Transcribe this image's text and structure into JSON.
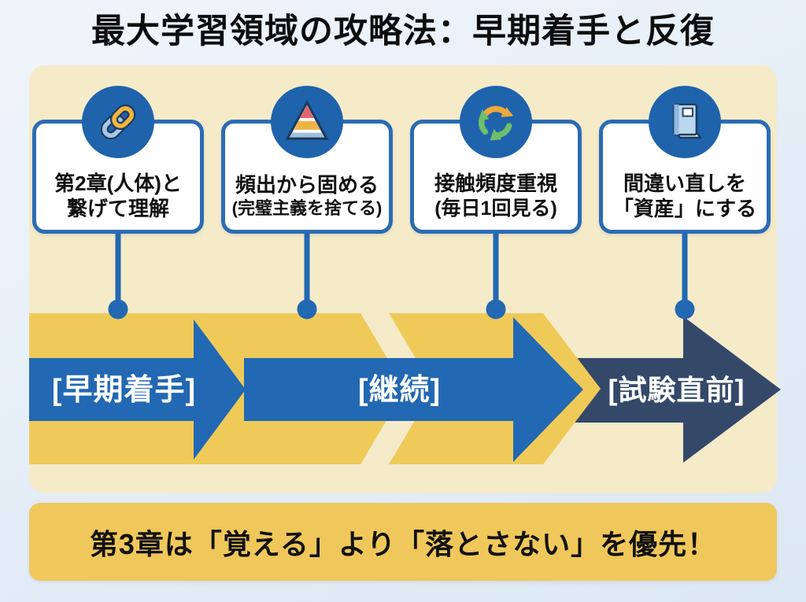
{
  "title": "最大学習領域の攻略法：早期着手と反復",
  "steps": [
    {
      "icon": "chain-link",
      "line1": "第2章(人体)と",
      "line2": "繋げて理解"
    },
    {
      "icon": "pyramid",
      "line1": "頻出から固める",
      "line2": "(完璧主義を捨てる)"
    },
    {
      "icon": "cycle-arrows",
      "line1": "接触頻度重視",
      "line2": "(毎日1回見る)"
    },
    {
      "icon": "book",
      "line1": "間違い直しを",
      "line2": "「資産」にする"
    }
  ],
  "timeline": {
    "phases": [
      {
        "label": "[早期着手]"
      },
      {
        "label": "[継続]"
      },
      {
        "label": "[試験直前]"
      }
    ]
  },
  "footer": {
    "text": "第3章は「覚える」より「落とさない」を優先！"
  },
  "colors": {
    "background": "#e4edf7",
    "panel": "#f5ebc9",
    "yellow_arrow": "#efca59",
    "blue_arrow": "#2268b2",
    "navy_arrow": "#34496a",
    "box_border": "#2a6cb4",
    "icon_circle": "#1f63ac",
    "banner": "#f0c75a"
  }
}
